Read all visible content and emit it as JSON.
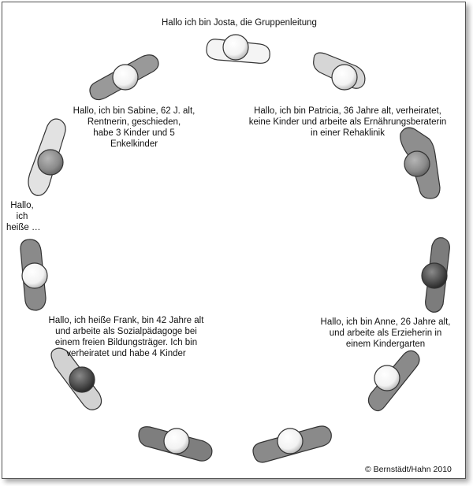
{
  "labels": {
    "josta": "Hallo ich bin Josta, die Gruppenleitung",
    "sabine": [
      "Hallo, ich bin Sabine, 62 J. alt,",
      "Rentnerin, geschieden,",
      "habe 3 Kinder und 5",
      "Enkelkinder"
    ],
    "patricia": [
      "Hallo, ich bin Patricia, 36 Jahre alt, verheiratet,",
      "keine Kinder und arbeite als Ernährungsberaterin",
      "in einer Rehaklinik"
    ],
    "unknown": [
      "Hallo,",
      "ich",
      "heiße …"
    ],
    "frank": [
      "Hallo, ich heiße Frank, bin 42 Jahre alt",
      "und arbeite als Sozialpädagoge bei",
      "einem freien Bildungsträger. Ich bin",
      "verheiratet und habe 4 Kinder"
    ],
    "anne": [
      "Hallo, ich bin Anne, 26 Jahre alt,",
      "und arbeite als Erzieherin in",
      "einem Kindergarten"
    ],
    "copyright": "© Bernstädt/Hahn 2010"
  },
  "colors": {
    "seat_light": "#e2e2e2",
    "seat_mid": "#b8b8b8",
    "seat_dark": "#7d7d7d",
    "head_white": "#ffffff",
    "head_gray": "#8c8c8c",
    "head_dark": "#4a4a4a"
  }
}
